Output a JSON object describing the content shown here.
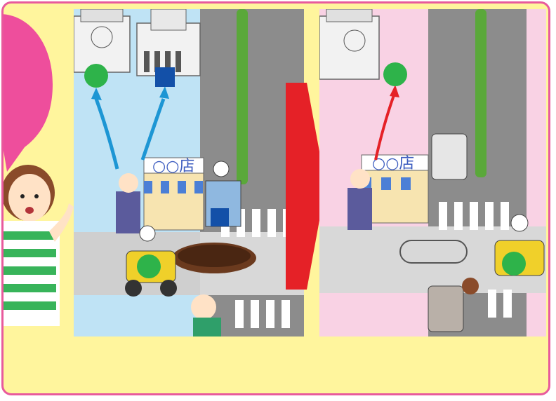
{
  "colors": {
    "frame_border": "#e85a9c",
    "background": "#fff59d",
    "before_panel_bg": "#bfe3f5",
    "after_panel_bg": "#f9d2e4",
    "road": "#8c8c8c",
    "speech_bubble": "#ee4e9c",
    "transition_arrow": "#e52127",
    "marker_circle": "#2eb34a",
    "marker_square": "#1350a8",
    "arrow_before": "#1d96d4",
    "arrow_after": "#e52127"
  },
  "left_panel": {
    "shop_sign": "○○店",
    "markers": [
      "green-circle",
      "blue-square"
    ]
  },
  "right_panel": {
    "shop_sign": "○○店",
    "markers": [
      "green-circle"
    ]
  },
  "icons": [
    "speech-bubble-icon",
    "transition-arrow-icon"
  ]
}
